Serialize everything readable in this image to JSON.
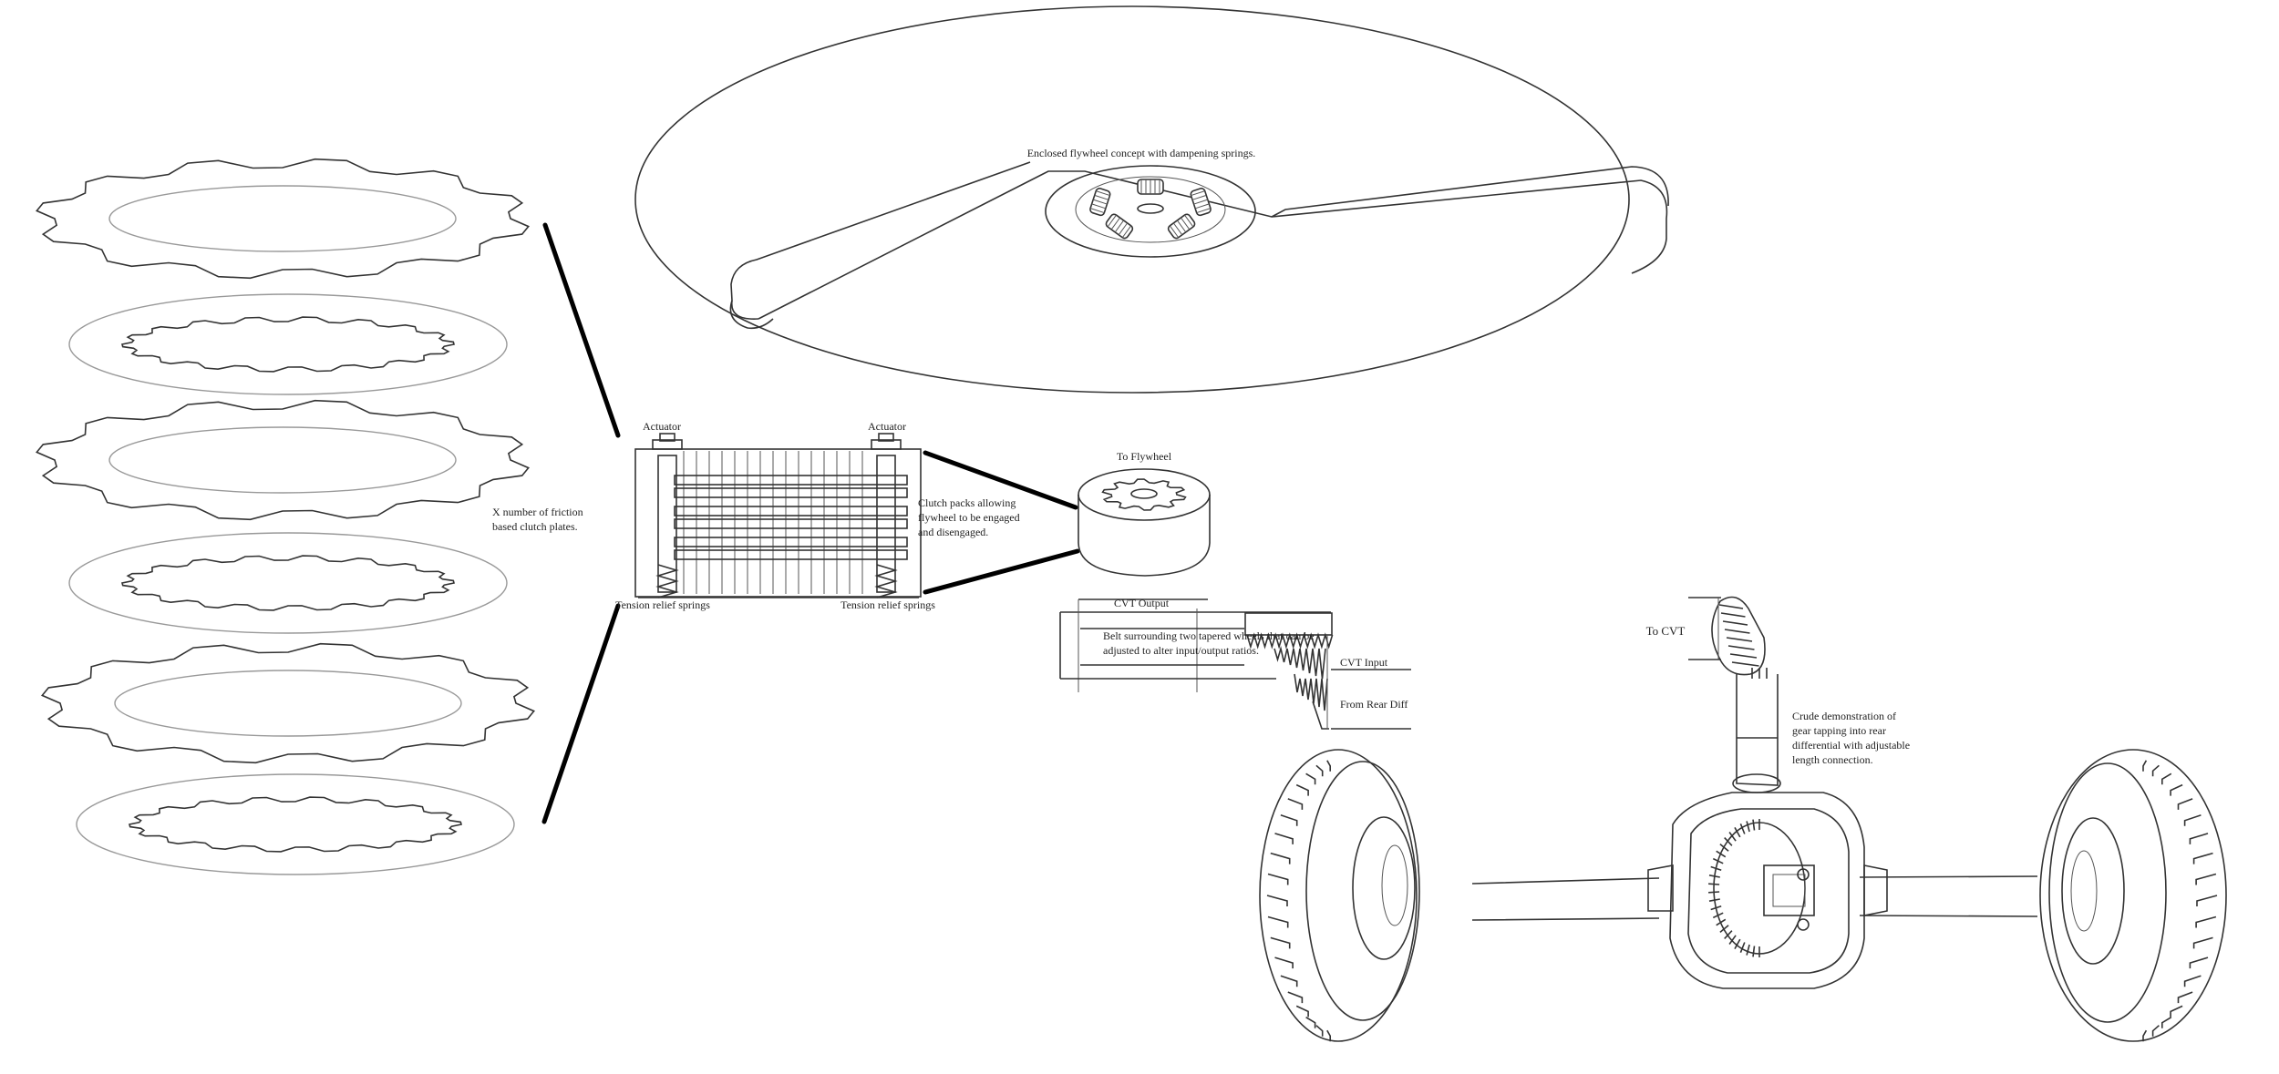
{
  "labels": {
    "flywheel_concept": "Enclosed flywheel concept with dampening springs.",
    "clutch_plates": [
      "X number of friction",
      "based clutch plates."
    ],
    "actuator_left": "Actuator",
    "actuator_right": "Actuator",
    "tension_left": "Tension relief springs",
    "tension_right": "Tension relief springs",
    "clutch_packs": [
      "Clutch packs allowing",
      "flywheel to be engaged",
      "and disengaged."
    ],
    "to_flywheel": "To Flywheel",
    "cvt_output": "CVT Output",
    "belt": [
      "Belt surrounding two tapered wheels that can be",
      "adjusted to alter input/output ratios."
    ],
    "cvt_input": "CVT Input",
    "from_rear_diff": "From Rear Diff",
    "to_cvt": "To  CVT",
    "gear_demo": [
      "Crude demonstration of",
      "gear tapping into rear",
      "differential with adjustable",
      "length connection."
    ]
  },
  "colors": {
    "ink": "#333333",
    "light_ink": "#999999",
    "bold": "#000000",
    "paper": "#ffffff"
  }
}
